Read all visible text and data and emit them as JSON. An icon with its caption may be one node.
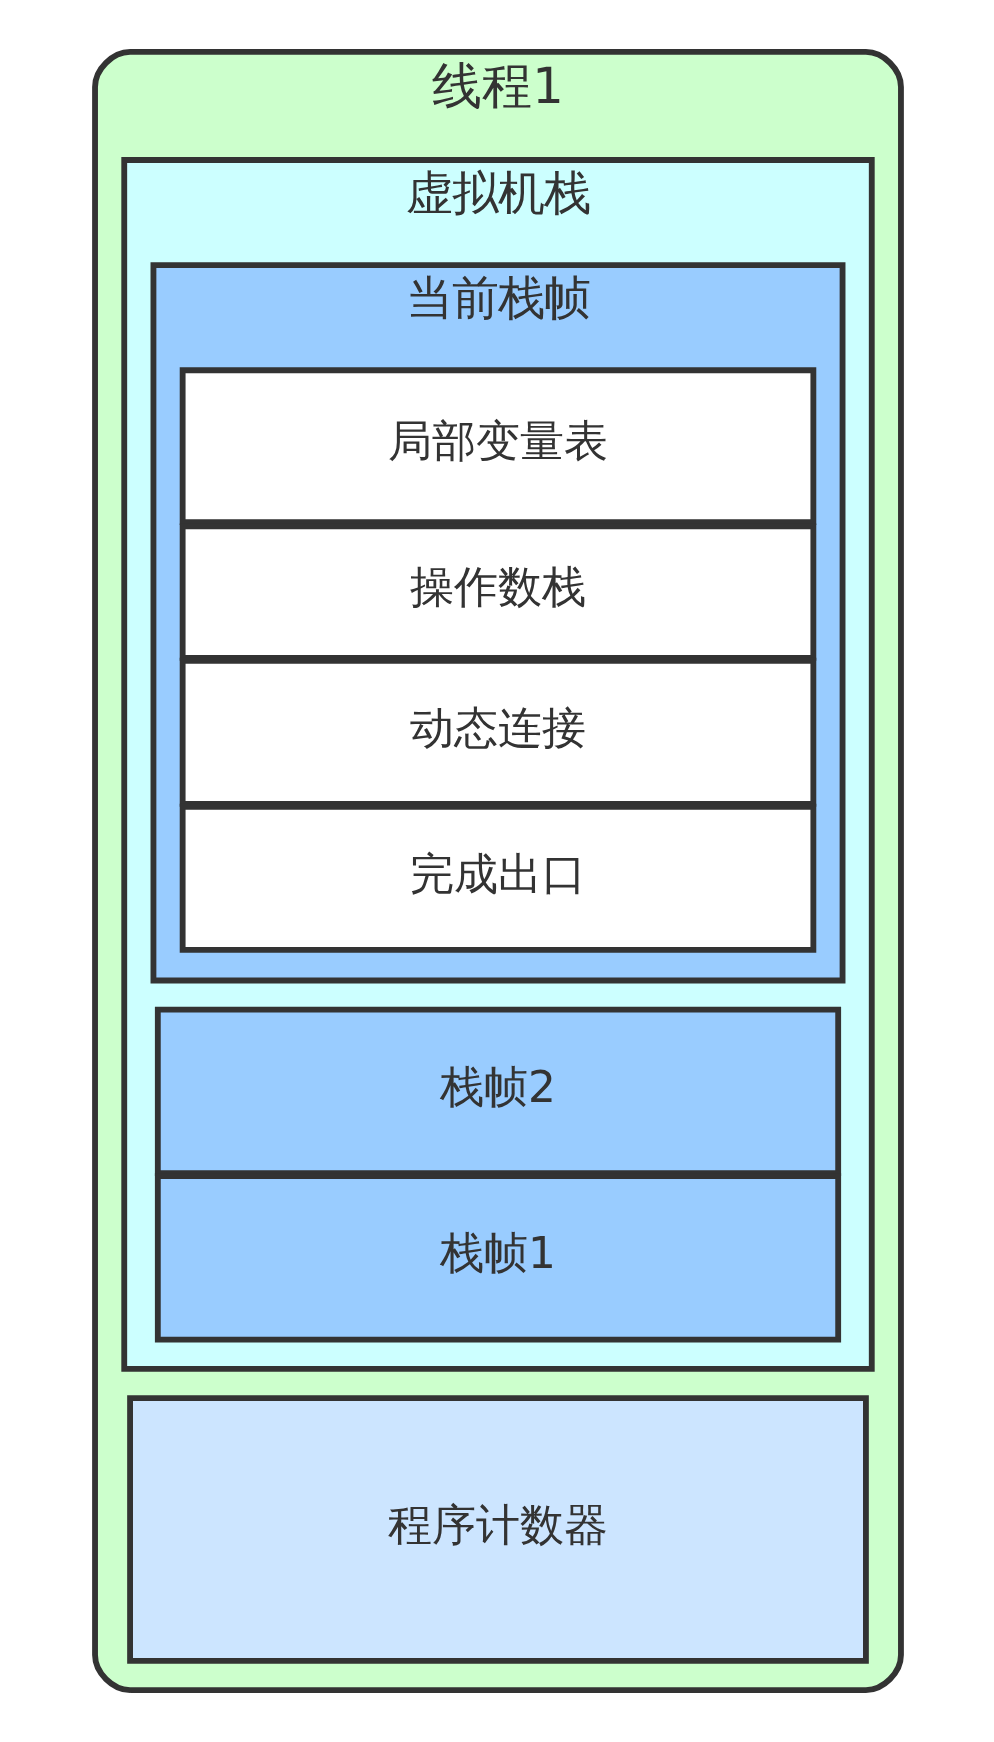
{
  "diagram": {
    "nodes": [
      {
        "text": [
          "线程1"
        ]
      },
      {
        "text": [
          "虚拟机栈"
        ],
        "in": 0
      },
      {
        "text": [
          "当前栈帧"
        ],
        "in": 1
      },
      {
        "text": [
          "局部变量表"
        ],
        "in": 2
      },
      {
        "text": [
          "操作数栈"
        ],
        "in": 2
      },
      {
        "text": [
          "动态连接"
        ],
        "in": 2
      },
      {
        "text": [
          "完成出口"
        ],
        "in": 2
      },
      {
        "text": [
          "栈帧2"
        ],
        "in": 1
      },
      {
        "text": [
          "栈帧1"
        ],
        "in": 1
      },
      {
        "text": [
          "程序计数器"
        ],
        "in": 0
      }
    ]
  }
}
